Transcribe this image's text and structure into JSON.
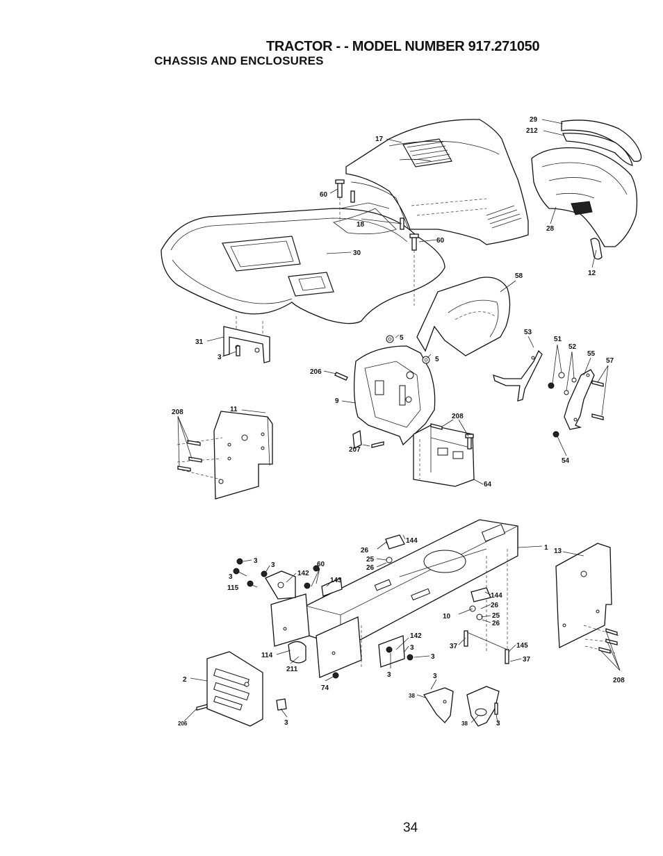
{
  "header": {
    "title": "TRACTOR - - MODEL NUMBER 917.271050",
    "subtitle": "CHASSIS AND ENCLOSURES"
  },
  "callouts": {
    "c29": "29",
    "c212": "212",
    "c17": "17",
    "c60a": "60",
    "c18": "18",
    "c60b": "60",
    "c30": "30",
    "c28": "28",
    "c12": "12",
    "c58": "58",
    "c31": "31",
    "c3a": "3",
    "c5a": "5",
    "c5b": "5",
    "c206a": "206",
    "c9": "9",
    "c53": "53",
    "c51": "51",
    "c52": "52",
    "c55": "55",
    "c57": "57",
    "c208a": "208",
    "c11": "11",
    "c208b": "208",
    "c207": "207",
    "c64": "64",
    "c54": "54",
    "c144a": "144",
    "c26a": "26",
    "c25a": "25",
    "c26b": "26",
    "c1": "1",
    "c13": "13",
    "c3b": "3",
    "c3c": "3",
    "c60c": "60",
    "c142a": "142",
    "c143": "143",
    "c3d": "3",
    "c115": "115",
    "c144b": "144",
    "c26c": "26",
    "c10": "10",
    "c25b": "25",
    "c26d": "26",
    "c142b": "142",
    "c3e": "3",
    "c37a": "37",
    "c145": "145",
    "c37b": "37",
    "c3f": "3",
    "c3g": "3",
    "c114": "114",
    "c211": "211",
    "c208c": "208",
    "c2": "2",
    "c74": "74",
    "c3h": "3",
    "c38a": "38",
    "c206b": "206",
    "c3i": "3",
    "c38b": "38",
    "c3j": "3"
  },
  "footer": {
    "page_number": "34"
  }
}
